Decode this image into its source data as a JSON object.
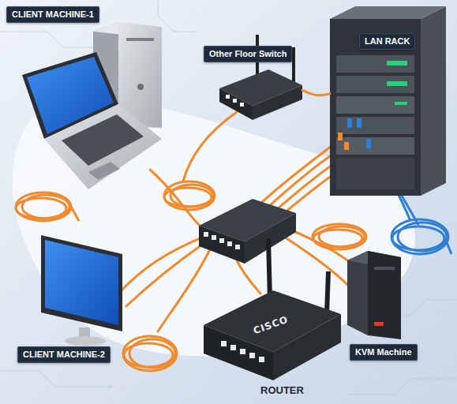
{
  "diagram": {
    "nodes": [
      {
        "text": [
          "CLIENT MACHINE-1"
        ]
      },
      {
        "text": [
          "Other Floor Switch"
        ]
      },
      {
        "text": [
          "LAN RACK"
        ]
      },
      {
        "text": [
          "CLIENT MACHINE-2"
        ]
      },
      {
        "text": [
          "KVM Machine"
        ]
      },
      {
        "text": [
          "CISCO",
          "ROUTER"
        ]
      }
    ],
    "edges": [
      {
        "from": 1,
        "to": 2,
        "arrow": "none"
      }
    ]
  }
}
